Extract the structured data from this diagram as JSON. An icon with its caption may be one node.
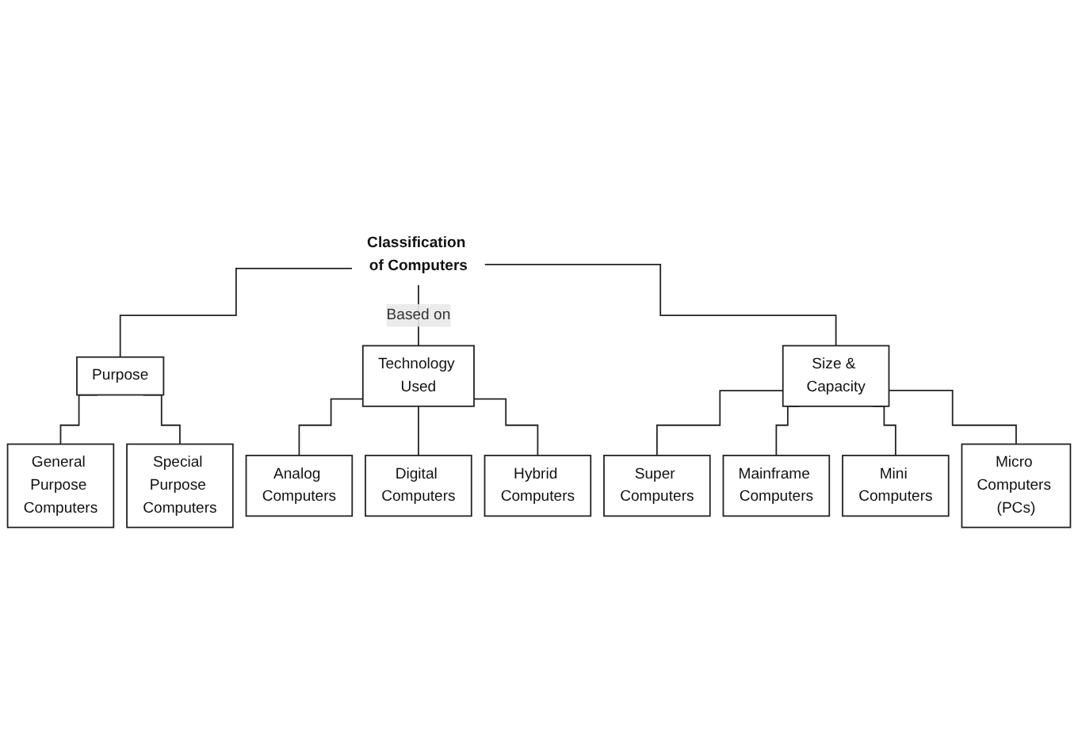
{
  "diagram": {
    "nodes": [
      {
        "text": [
          "Classification of Computers"
        ]
      },
      {
        "text": [
          "Purpose"
        ]
      },
      {
        "text": [
          "Technology Used"
        ]
      },
      {
        "text": [
          "Size & Capacity"
        ]
      },
      {
        "text": [
          "General Purpose Computers"
        ]
      },
      {
        "text": [
          "Special Purpose Computers"
        ]
      },
      {
        "text": [
          "Analog Computers"
        ]
      },
      {
        "text": [
          "Digital Computers"
        ]
      },
      {
        "text": [
          "Hybrid Computers"
        ]
      },
      {
        "text": [
          "Super Computers"
        ]
      },
      {
        "text": [
          "Mainframe Computers"
        ]
      },
      {
        "text": [
          "Mini Computers"
        ]
      },
      {
        "text": [
          "Micro Computers (PCs)"
        ]
      }
    ],
    "edges": [
      {
        "from": 0,
        "to": 1,
        "arrow": "none"
      },
      {
        "from": 0,
        "to": 2,
        "arrow": "none",
        "label": "Based on"
      },
      {
        "from": 0,
        "to": 3,
        "arrow": "none"
      },
      {
        "from": 1,
        "to": 4,
        "arrow": "none"
      },
      {
        "from": 1,
        "to": 5,
        "arrow": "none"
      },
      {
        "from": 2,
        "to": 6,
        "arrow": "none"
      },
      {
        "from": 2,
        "to": 7,
        "arrow": "none"
      },
      {
        "from": 2,
        "to": 8,
        "arrow": "none"
      },
      {
        "from": 3,
        "to": 9,
        "arrow": "none"
      },
      {
        "from": 3,
        "to": 10,
        "arrow": "none"
      },
      {
        "from": 3,
        "to": 11,
        "arrow": "none"
      },
      {
        "from": 3,
        "to": 12,
        "arrow": "none"
      }
    ]
  }
}
